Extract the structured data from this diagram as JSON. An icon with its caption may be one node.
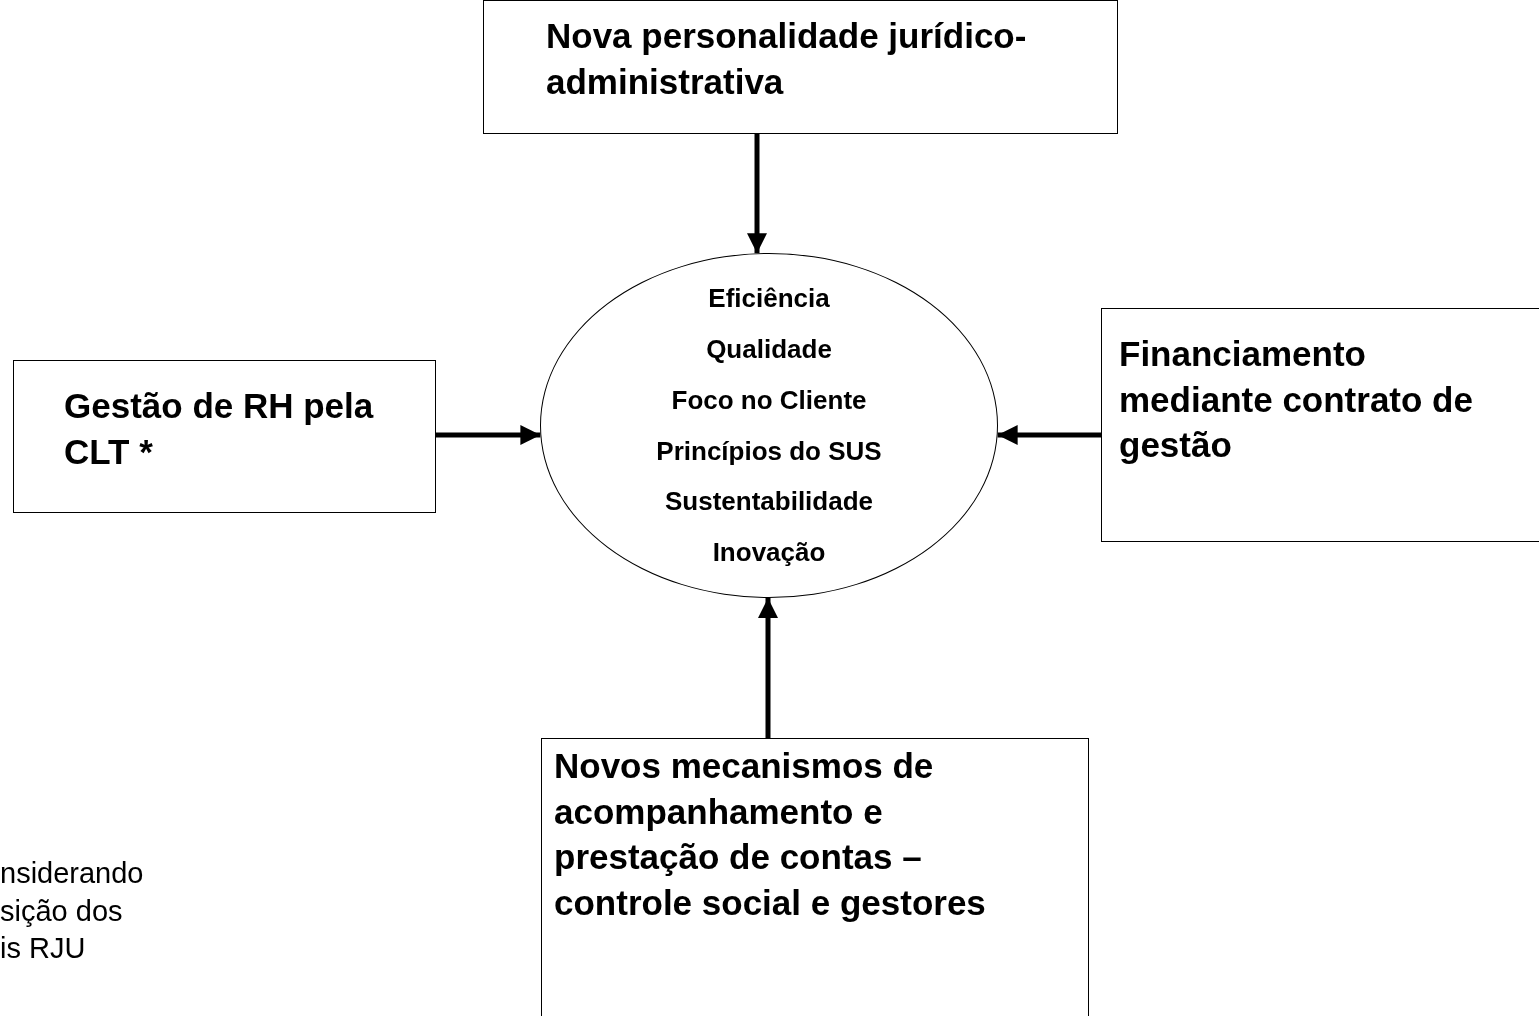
{
  "diagram": {
    "nodes": [
      {
        "text": [
          "Nova personalidade jurídico-administrativa"
        ]
      },
      {
        "text": [
          "Eficiência",
          "Qualidade",
          "Foco no Cliente",
          "Princípios do SUS",
          "Sustentabilidade",
          "Inovação"
        ]
      },
      {
        "text": [
          "Financiamento mediante contrato de gestão"
        ]
      },
      {
        "text": [
          "Gestão de RH pela CLT *"
        ]
      },
      {
        "text": [
          "Novos mecanismos de acompanhamento e prestação de contas – controle social e gestores"
        ]
      }
    ],
    "edges": [
      {
        "from": 0,
        "to": 1,
        "arrow": "to"
      },
      {
        "from": 3,
        "to": 1,
        "arrow": "to"
      },
      {
        "from": 2,
        "to": 1,
        "arrow": "to"
      },
      {
        "from": 4,
        "to": 1,
        "arrow": "to"
      }
    ],
    "labels": [
      "nsiderando sição dos is RJU"
    ]
  }
}
